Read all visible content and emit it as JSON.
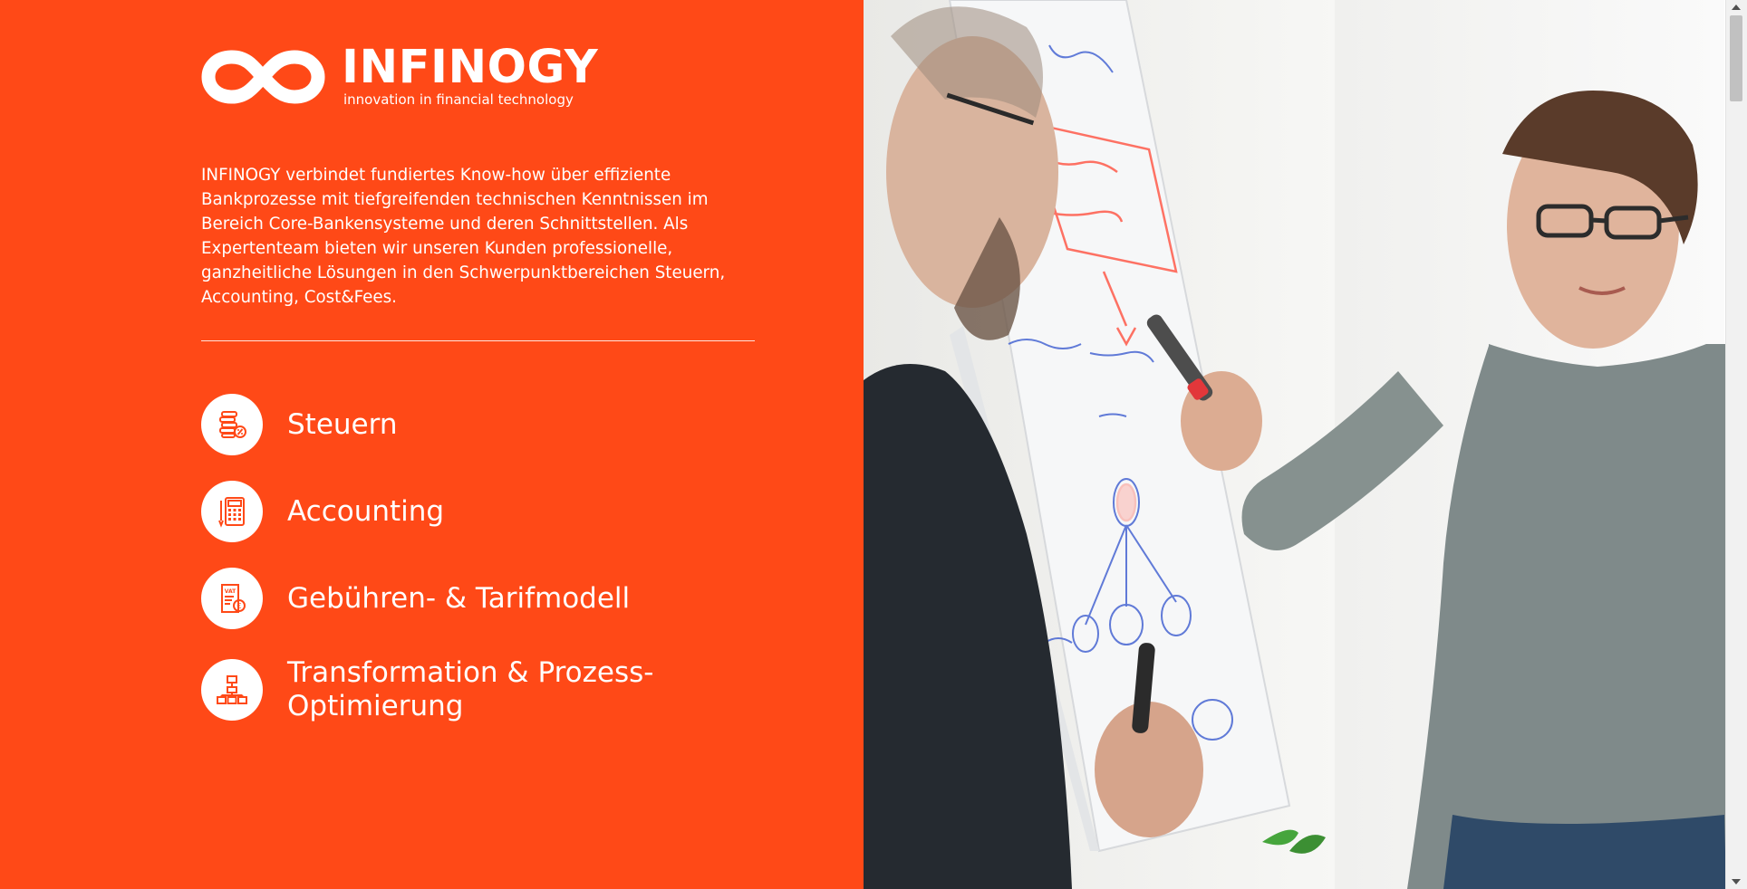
{
  "brand": {
    "name": "INFINOGY",
    "tagline": "innovation in financial technology"
  },
  "intro": {
    "text": "INFINOGY verbindet fundiertes Know-how über effiziente Bankprozesse mit tiefgreifenden technischen Kenntnissen im Bereich Core-Bankensysteme und deren Schnittstellen. Als Expertenteam bieten wir unseren Kunden professionelle, ganzheitliche Lösungen in den Schwerpunktbereichen Steuern, Accounting, Cost&Fees."
  },
  "topics": [
    {
      "label": "Steuern",
      "icon": "tax-coins-icon"
    },
    {
      "label": "Accounting",
      "icon": "calculator-icon"
    },
    {
      "label": "Gebühren- & Tarifmodell",
      "icon": "vat-document-icon"
    },
    {
      "label": "Transformation & Prozess-Optimierung",
      "icon": "process-hierarchy-icon"
    }
  ],
  "hero_image": {
    "description_icon": "photo-icon"
  },
  "colors": {
    "accent": "#FF4917",
    "white": "#FFFFFF"
  }
}
